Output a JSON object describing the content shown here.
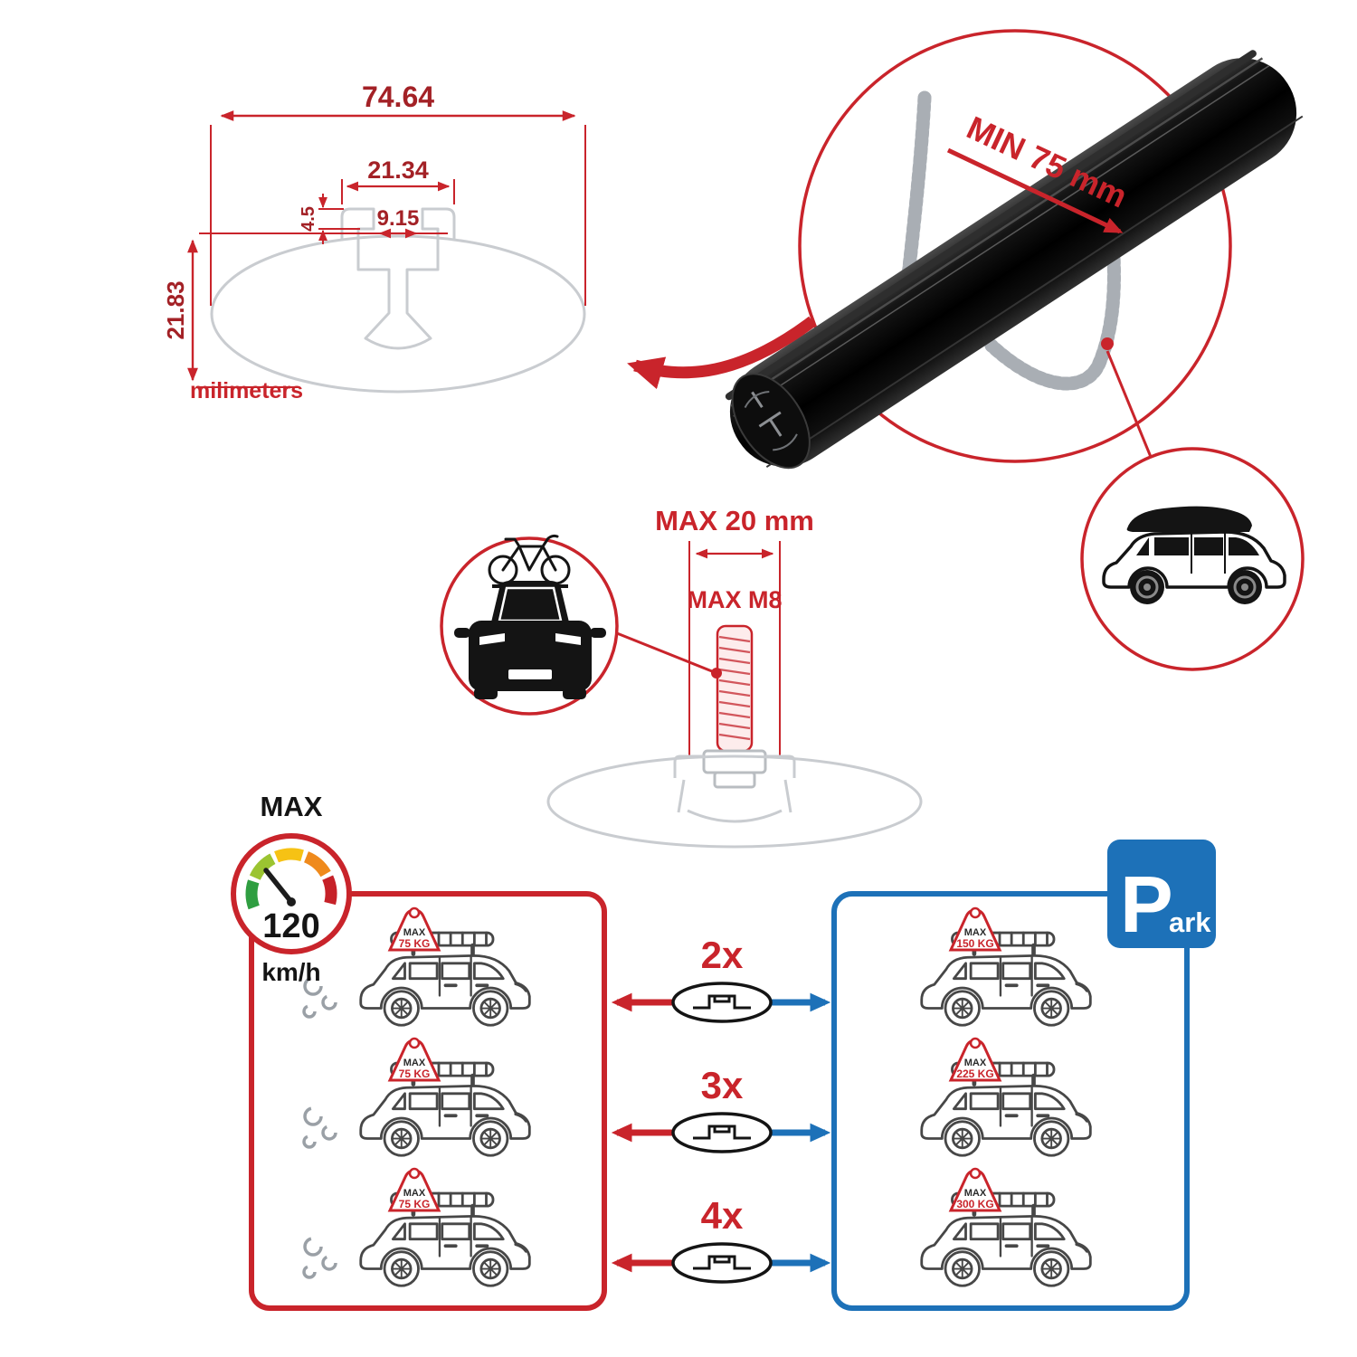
{
  "colors": {
    "accent_red": "#c9242b",
    "accent_blue": "#1d71b8",
    "bar_black": "#141414",
    "faded_gray": "#c9ccd0"
  },
  "dimensions": {
    "total_width": "74.64",
    "slot_outer_width": "21.34",
    "slot_inner_width": "9.15",
    "lip_depth": "4.5",
    "total_height": "21.83",
    "units_label": "milimeters"
  },
  "clamp": {
    "min_span_label": "MIN 75 mm"
  },
  "bolt": {
    "max_width_label": "MAX 20 mm",
    "max_thread_label": "MAX M8"
  },
  "speed": {
    "label": "MAX",
    "value": "120",
    "unit": "km/h"
  },
  "park_sign": {
    "letter": "P",
    "suffix": "ark"
  },
  "quantities": [
    {
      "label": "2x"
    },
    {
      "label": "3x"
    },
    {
      "label": "4x"
    }
  ],
  "driving_cars": [
    {
      "max": "MAX",
      "weight": "75 KG"
    },
    {
      "max": "MAX",
      "weight": "75 KG"
    },
    {
      "max": "MAX",
      "weight": "75 KG"
    }
  ],
  "parked_cars": [
    {
      "max": "MAX",
      "weight": "150 KG"
    },
    {
      "max": "MAX",
      "weight": "225 KG"
    },
    {
      "max": "MAX",
      "weight": "300 KG"
    }
  ]
}
